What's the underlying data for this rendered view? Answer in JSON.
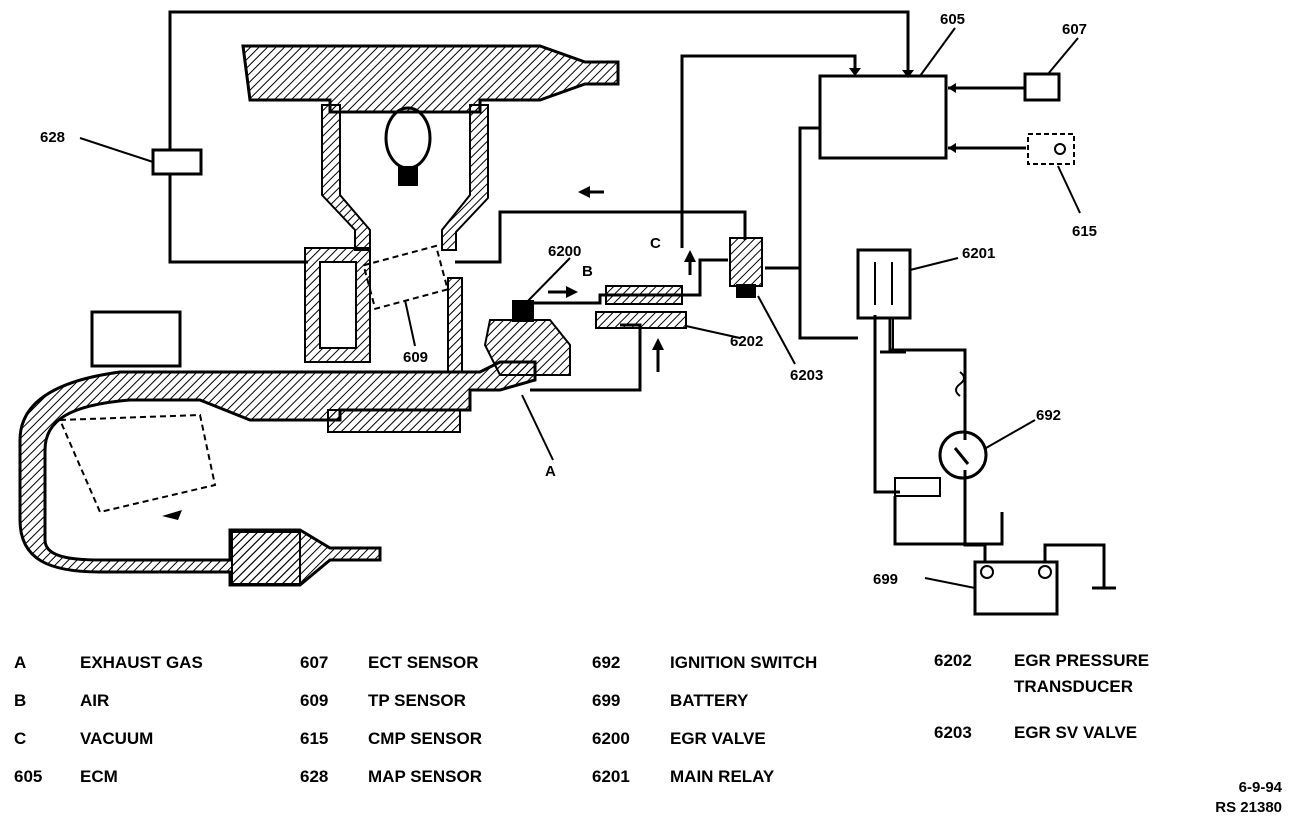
{
  "callouts": {
    "c605": "605",
    "c607": "607",
    "c628": "628",
    "c615": "615",
    "c6200": "6200",
    "cC": "C",
    "cB": "B",
    "c6201": "6201",
    "c609": "609",
    "c6202": "6202",
    "c6203": "6203",
    "c692": "692",
    "cA": "A",
    "c699": "699"
  },
  "legend": [
    {
      "code": "A",
      "desc": "EXHAUST GAS"
    },
    {
      "code": "B",
      "desc": "AIR"
    },
    {
      "code": "C",
      "desc": "VACUUM"
    },
    {
      "code": "605",
      "desc": "ECM"
    },
    {
      "code": "607",
      "desc": "ECT SENSOR"
    },
    {
      "code": "609",
      "desc": "TP SENSOR"
    },
    {
      "code": "615",
      "desc": "CMP SENSOR"
    },
    {
      "code": "628",
      "desc": "MAP SENSOR"
    },
    {
      "code": "692",
      "desc": "IGNITION SWITCH"
    },
    {
      "code": "699",
      "desc": "BATTERY"
    },
    {
      "code": "6200",
      "desc": "EGR VALVE"
    },
    {
      "code": "6201",
      "desc": "MAIN RELAY"
    },
    {
      "code": "6202",
      "desc": "EGR PRESSURE TRANSDUCER"
    },
    {
      "code": "6203",
      "desc": "EGR SV VALVE"
    }
  ],
  "footer": {
    "date": "6-9-94",
    "ref": "RS 21380"
  }
}
